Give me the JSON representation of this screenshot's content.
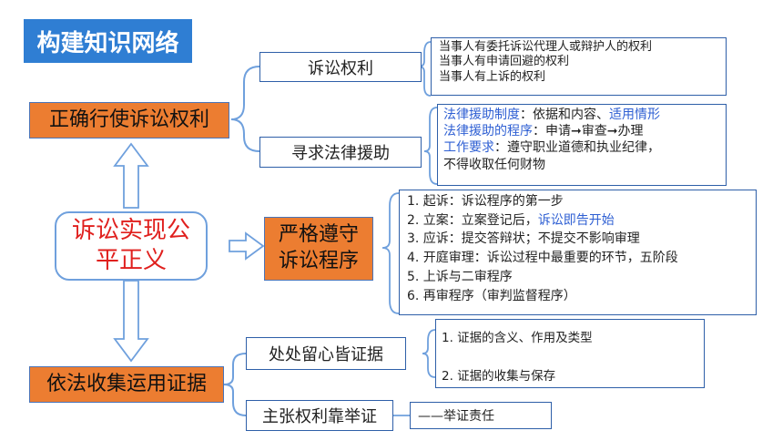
{
  "title": "构建知识网络",
  "center": {
    "line1": "诉讼实现公",
    "line2": "平正义"
  },
  "top_node": "正确行使诉讼权利",
  "mid_node": {
    "line1": "严格遵守",
    "line2": "诉讼程序"
  },
  "bottom_node": "依法收集运用证据",
  "rights": {
    "label": "诉讼权利",
    "items": [
      "当事人有委托诉讼代理人或辩护人的权利",
      "当事人有申请回避的权利",
      "当事人有上诉的权利"
    ]
  },
  "legal_aid": {
    "label": "寻求法律援助",
    "line1_a": "法律援助制度",
    "line1_b": "：依据和内容、",
    "line1_c": "适用情形",
    "line2_a": "法律援助的程序",
    "line2_b": "：申请➞审查➞办理",
    "line3_a": "工作要求",
    "line3_b": "：遵守职业道德和执业纪律，",
    "line4": "不得收取任何财物"
  },
  "procedure": {
    "s1": "1. 起诉：诉讼程序的第一步",
    "s2_a": "2. 立案：立案登记后，",
    "s2_b": "诉讼即告开始",
    "s3": "3. 应诉：提交答辩状；不提交不影响审理",
    "s4": "4. 开庭审理：诉讼过程中最重要的环节，五阶段",
    "s5": "5. 上诉与二审程序",
    "s6": "6. 再审程序（审判监督程序）"
  },
  "evidence": {
    "label": "处处留心皆证据",
    "item1": "1. 证据的含义、作用及类型",
    "item2": "2. 证据的收集与保存"
  },
  "burden": {
    "label": "主张权利靠举证",
    "note": "——举证责任"
  },
  "colors": {
    "title_bg": "#2f7ed3",
    "orange": "#ec7d31",
    "border_blue": "#2e5fa8",
    "red_text": "#e0201e",
    "blue_text": "#2e5fd3"
  }
}
